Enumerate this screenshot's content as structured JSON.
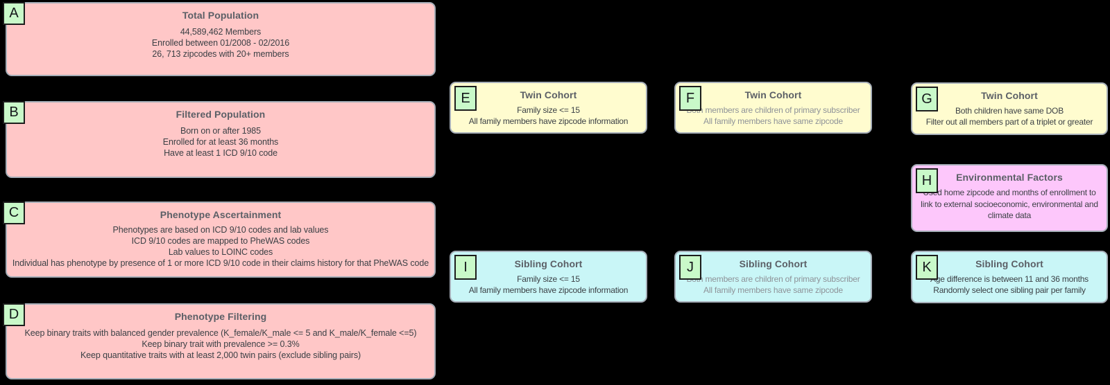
{
  "diagram": {
    "background": "#000000",
    "colors": {
      "population_box": "#ffc7c7",
      "twin_cohort_box": "#fffccf",
      "sibling_cohort_box": "#c9f6f7",
      "environmental_box": "#fdc7fb",
      "label_badge": "#c9f9c9",
      "box_border": "#a6aeb8",
      "title_text": "#5b5f66",
      "body_text": "#3b4045",
      "muted_text": "#8e9298"
    },
    "boxes": {
      "A": {
        "label": "A",
        "title": "Total Population",
        "lines": [
          "44,589,462 Members",
          "Enrolled between 01/2008 - 02/2016",
          "26, 713 zipcodes with 20+ members"
        ]
      },
      "B": {
        "label": "B",
        "title": "Filtered Population",
        "lines": [
          "Born on or after 1985",
          "Enrolled for at least 36 months",
          "Have at least 1 ICD 9/10 code"
        ]
      },
      "C": {
        "label": "C",
        "title": "Phenotype Ascertainment",
        "lines": [
          "Phenotypes are based on ICD 9/10 codes and lab values",
          "ICD 9/10 codes are mapped to PheWAS codes",
          "Lab values to LOINC codes",
          "Individual has phenotype by presence of 1 or more ICD 9/10 code in their claims history for that PheWAS code"
        ]
      },
      "D": {
        "label": "D",
        "title": "Phenotype Filtering",
        "lines": [
          "Keep binary traits with balanced gender prevalence (K_female/K_male <= 5 and K_male/K_female <=5)",
          "Keep binary trait with prevalence >= 0.3%",
          "Keep quantitative traits with at least 2,000 twin pairs (exclude sibling pairs)"
        ]
      },
      "E": {
        "label": "E",
        "title": "Twin Cohort",
        "lines": [
          "Family size <= 15",
          "All family members have zipcode information"
        ]
      },
      "F": {
        "label": "F",
        "title": "Twin Cohort",
        "lines": [
          "Both members are children of primary subscriber",
          "All family members have same zipcode"
        ]
      },
      "G": {
        "label": "G",
        "title": "Twin Cohort",
        "lines": [
          "Both children have same DOB",
          "Filter out all members part of a triplet or greater"
        ]
      },
      "H": {
        "label": "H",
        "title": "Environmental Factors",
        "lines": [
          "Used home zipcode and months of enrollment to link to external socioeconomic, environmental and climate data"
        ]
      },
      "I": {
        "label": "I",
        "title": "Sibling Cohort",
        "lines": [
          "Family size <= 15",
          "All family members have zipcode information"
        ]
      },
      "J": {
        "label": "J",
        "title": "Sibling Cohort",
        "lines": [
          "Both members are children of primary subscriber",
          "All family members have same zipcode"
        ]
      },
      "K": {
        "label": "K",
        "title": "Sibling Cohort",
        "lines": [
          "Age difference is between 11 and 36 months",
          "Randomly select one sibling pair per family"
        ]
      }
    }
  }
}
